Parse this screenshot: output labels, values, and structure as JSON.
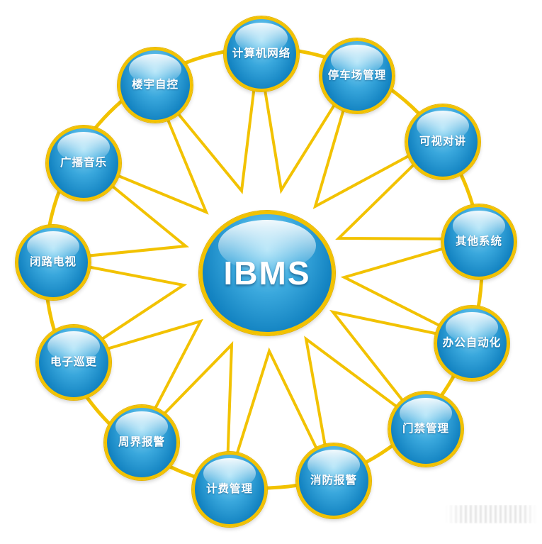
{
  "center": {
    "label": "IBMS"
  },
  "nodes": [
    {
      "label": "计算机网络"
    },
    {
      "label": "停车场管理"
    },
    {
      "label": "可视对讲"
    },
    {
      "label": "其他系统"
    },
    {
      "label": "办公自动化"
    },
    {
      "label": "门禁管理"
    },
    {
      "label": "消防报警"
    },
    {
      "label": "计费管理"
    },
    {
      "label": "周界报警"
    },
    {
      "label": "电子巡更"
    },
    {
      "label": "闭路电视"
    },
    {
      "label": "广播音乐"
    },
    {
      "label": "楼宇自控"
    }
  ],
  "colors": {
    "ring": "#f2c200",
    "sphere_top": "#8ed8f5",
    "sphere_bottom": "#0b6aa5",
    "text": "#ffffff",
    "background": "#ffffff"
  }
}
